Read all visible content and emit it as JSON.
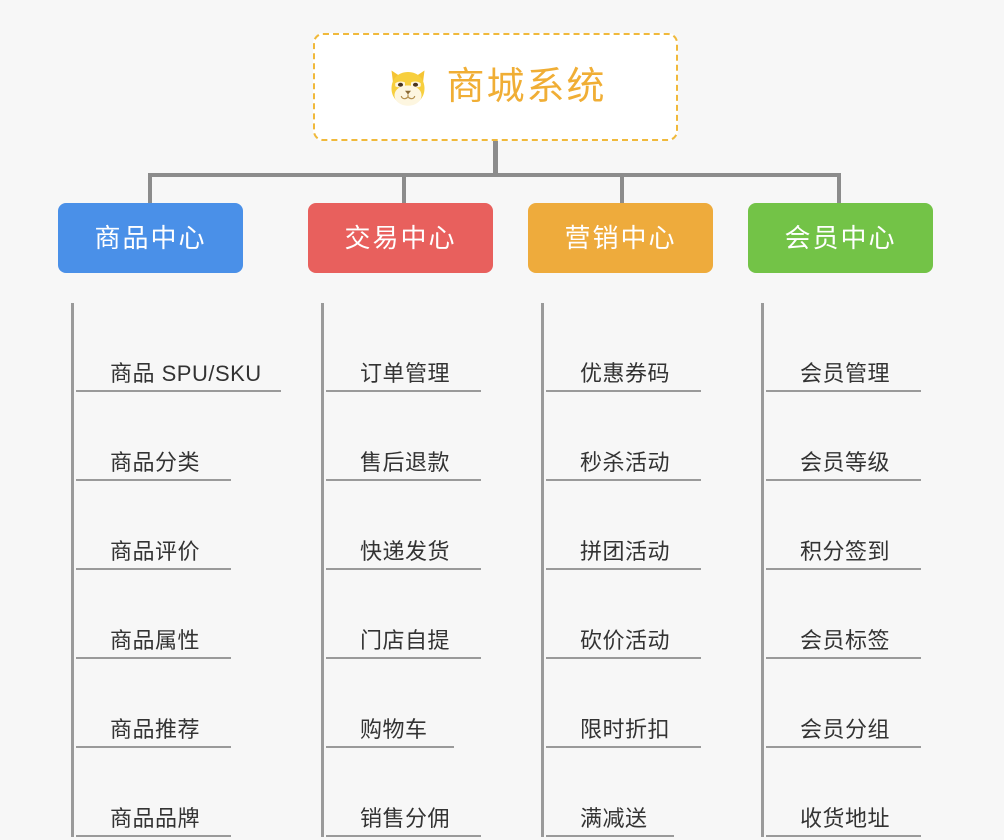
{
  "page": {
    "background_color": "#f7f7f7",
    "type": "org-chart-diagram"
  },
  "root": {
    "title": "商城系统",
    "icon": "shiba-dog-face-icon",
    "border_color": "#f0b93b",
    "text_color": "#f0ae35",
    "background_color": "#ffffff"
  },
  "connector_color": "#8c8c8c",
  "columns": [
    {
      "title": "商品中心",
      "color": "#4a90e8",
      "items": [
        "商品 SPU/SKU",
        "商品分类",
        "商品评价",
        "商品属性",
        "商品推荐",
        "商品品牌"
      ]
    },
    {
      "title": "交易中心",
      "color": "#e8605d",
      "items": [
        "订单管理",
        "售后退款",
        "快递发货",
        "门店自提",
        "购物车",
        "销售分佣"
      ]
    },
    {
      "title": "营销中心",
      "color": "#eeab3c",
      "items": [
        "优惠券码",
        "秒杀活动",
        "拼团活动",
        "砍价活动",
        "限时折扣",
        "满减送"
      ]
    },
    {
      "title": "会员中心",
      "color": "#73c347",
      "items": [
        "会员管理",
        "会员等级",
        "积分签到",
        "会员标签",
        "会员分组",
        "收货地址"
      ]
    }
  ]
}
